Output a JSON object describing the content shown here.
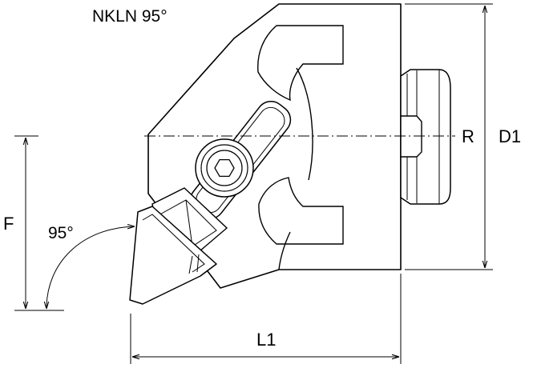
{
  "diagram": {
    "title": "NKLN 95°",
    "angle_label": "95°",
    "dimensions": {
      "F": "F",
      "L1": "L1",
      "R": "R",
      "D1": "D1"
    },
    "colors": {
      "stroke": "#000000",
      "body_fill": "#ffffff",
      "background": "#ffffff"
    }
  }
}
